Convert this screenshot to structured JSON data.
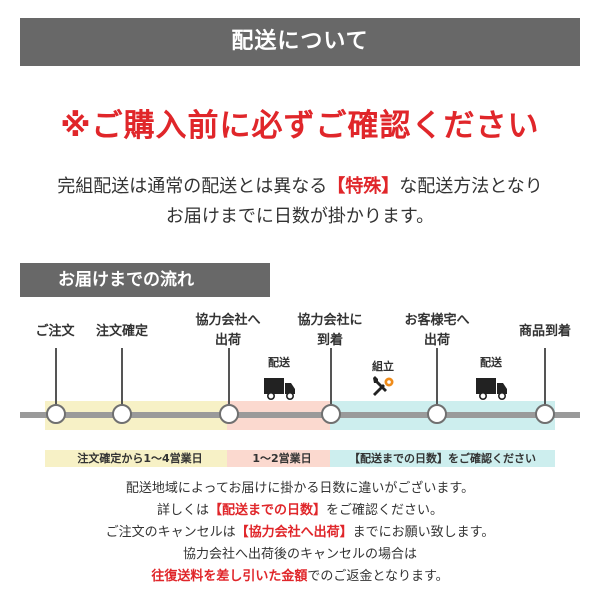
{
  "header": {
    "title": "配送について"
  },
  "warning": "※ご購入前に必ずご確認ください",
  "intro": {
    "line1_pre": "完組配送は通常の配送とは異なる",
    "line1_highlight": "【特殊】",
    "line1_post": "な配送方法となり",
    "line2": "お届けまでに日数が掛かります。"
  },
  "flow": {
    "title": "お届けまでの流れ",
    "steps": [
      {
        "line1": "ご注文",
        "line2": ""
      },
      {
        "line1": "注文確定",
        "line2": ""
      },
      {
        "line1": "協力会社へ",
        "line2": "出荷"
      },
      {
        "line1": "協力会社に",
        "line2": "到着"
      },
      {
        "line1": "お客様宅へ",
        "line2": "出荷"
      },
      {
        "line1": "商品到着",
        "line2": ""
      }
    ],
    "events": [
      {
        "label": "配送",
        "icon": "truck-icon"
      },
      {
        "label": "組立",
        "icon": "tools-icon"
      },
      {
        "label": "配送",
        "icon": "truck-icon"
      }
    ],
    "durations": [
      {
        "text": "注文確定から1〜4営業日",
        "color": "#f7f1c6"
      },
      {
        "text": "1〜2営業日",
        "color": "#fbd9cf"
      },
      {
        "text": "【配送までの日数】をご確認ください",
        "color": "#cdeeee"
      }
    ],
    "node_color": "#707070",
    "line_color": "#9a9a9a"
  },
  "notes": {
    "line1": "配送地域によってお届けに掛かる日数に違いがございます。",
    "line2_pre": "詳しくは",
    "line2_highlight": "【配送までの日数】",
    "line2_post": "をご確認ください。",
    "line3_pre": "ご注文のキャンセルは",
    "line3_highlight": "【協力会社へ出荷】",
    "line3_post": "までにお願い致します。",
    "line4": "協力会社へ出荷後のキャンセルの場合は",
    "line5_highlight": "往復送料を差し引いた金額",
    "line5_post": "でのご返金となります。"
  },
  "colors": {
    "accent_red": "#e0262a",
    "bar_gray": "#686868"
  }
}
